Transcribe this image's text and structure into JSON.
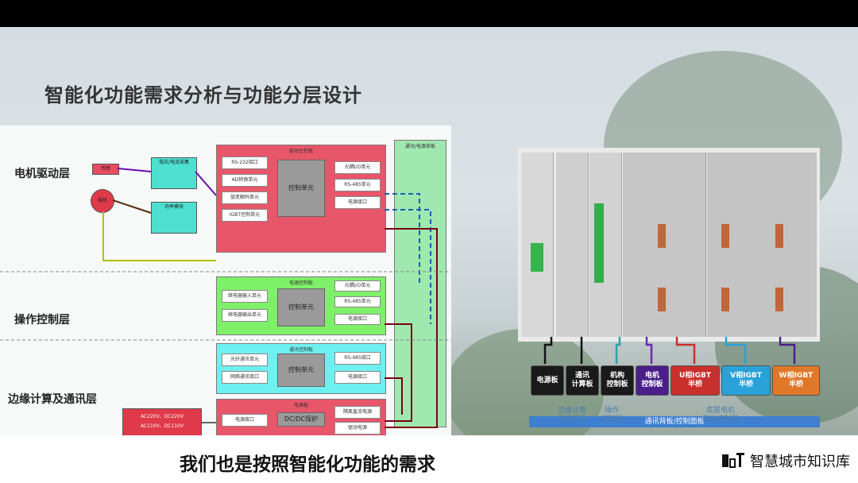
{
  "slide": {
    "title": "智能化功能需求分析与功能分层设计",
    "layers": [
      "电机驱动层",
      "操作控制层",
      "边缘计算及通讯层"
    ],
    "bus_board_title": "通讯/电源背板"
  },
  "diagram": {
    "motor_box": {
      "head": "驱动主控板",
      "left_cells": [
        "RS-232接口",
        "AD转换单元",
        "旋变解码单元",
        "IGBT控制单元"
      ],
      "center": "控制单元",
      "right_cells": [
        "光耦I/O单元",
        "RS-485单元",
        "电源接口"
      ]
    },
    "sensor_label": "传感",
    "motor_label": "电机",
    "feedback_top": "电压/电流采集",
    "feedback_bottom": "功率模块",
    "operation_box": {
      "head": "电源控制板",
      "left_cells": [
        "继电器输入单元",
        "继电器输出单元"
      ],
      "center": "控制单元",
      "right_cells": [
        "光耦I/O单元",
        "RS-485单元",
        "电源接口"
      ]
    },
    "comm_box": {
      "head": "通讯控制板",
      "left_cells": [
        "光纤通讯单元",
        "网络通讯接口"
      ],
      "center": "控制单元",
      "right_cells": [
        "RS-485接口",
        "电源接口"
      ]
    },
    "power_box": {
      "head": "电源板",
      "left_cell": "电源接口",
      "center": "DC/DC保护",
      "right_cells": [
        "隔离直流电源",
        "驱动电源"
      ]
    },
    "ac_input": "AC220V、DC220V\nAC110V、DC110V"
  },
  "hardware": {
    "chips": [
      {
        "label": "电源板",
        "color": "#1a1a1a"
      },
      {
        "label": "通讯\n计算板",
        "color": "#1a1a1a"
      },
      {
        "label": "机构\n控制板",
        "color": "#1a1a1a"
      },
      {
        "label": "电机\n控制板",
        "color": "#4b1f8a"
      },
      {
        "label": "U相IGBT\n半桥",
        "color": "#c9302c"
      },
      {
        "label": "V相IGBT\n半桥",
        "color": "#2aa1d8"
      },
      {
        "label": "W相IGBT\n半桥",
        "color": "#e0782a"
      }
    ],
    "bus_label": "通讯背板/控制面板",
    "bottom_labels": [
      "边缘计算\n及通讯层",
      "操作\n控制层",
      "底层电机\n驱动控制层"
    ]
  },
  "subtitle": "我们也是按照智能化功能的需求",
  "brand": "智慧城市知识库"
}
